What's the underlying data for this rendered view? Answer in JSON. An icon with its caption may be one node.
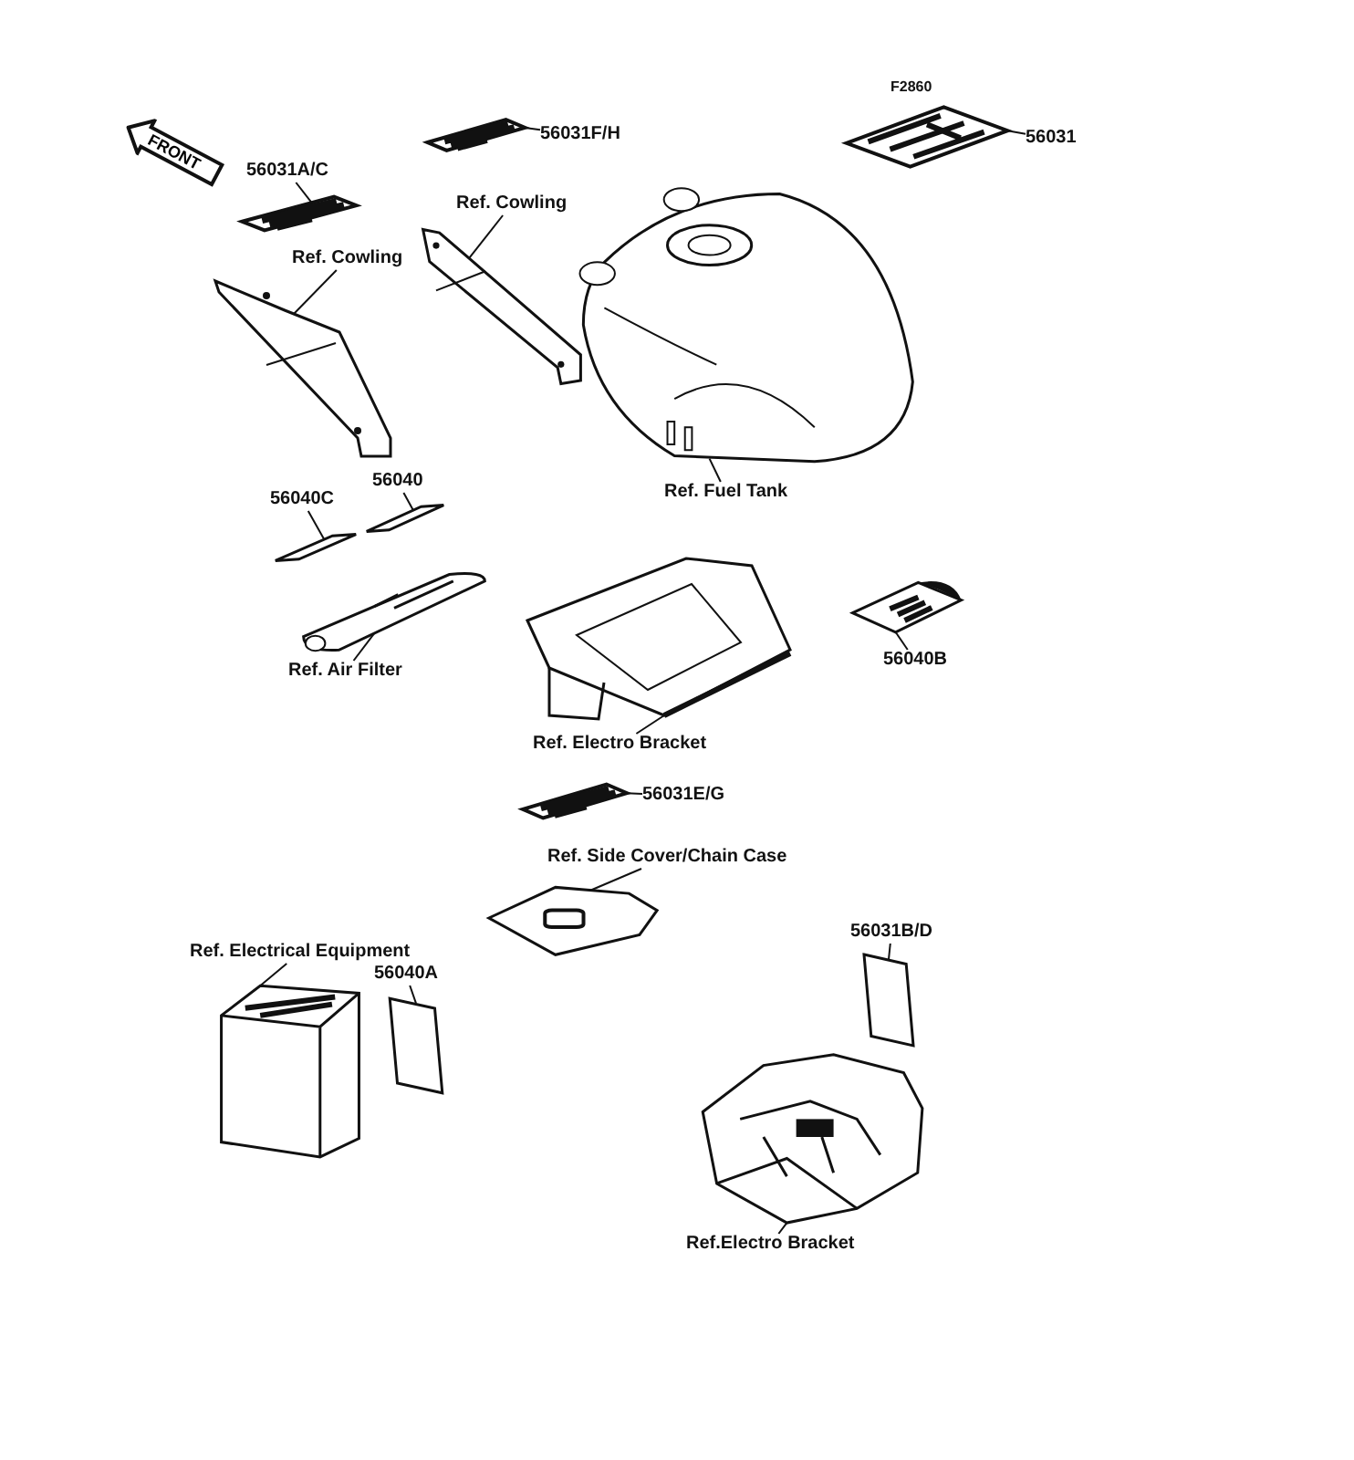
{
  "diagram": {
    "nodes": [
      {
        "text": [
          "56031F/H"
        ]
      },
      {
        "text": [],
        "shape": "picture"
      },
      {
        "text": [
          "56031"
        ]
      },
      {
        "text": [],
        "shape": "picture"
      },
      {
        "text": [
          "56031A/C"
        ]
      },
      {
        "text": [],
        "shape": "picture"
      },
      {
        "text": [
          "Ref. Cowling"
        ]
      },
      {
        "text": [],
        "shape": "picture"
      },
      {
        "text": [
          "Ref. Cowling"
        ]
      },
      {
        "text": [],
        "shape": "picture"
      },
      {
        "text": [
          "Ref. Fuel Tank"
        ]
      },
      {
        "text": [],
        "shape": "picture"
      },
      {
        "text": [
          "56040"
        ]
      },
      {
        "text": [],
        "shape": "picture"
      },
      {
        "text": [
          "56040C"
        ]
      },
      {
        "text": [],
        "shape": "picture"
      },
      {
        "text": [
          "Ref. Air Filter"
        ]
      },
      {
        "text": [],
        "shape": "picture"
      },
      {
        "text": [
          "56040B"
        ]
      },
      {
        "text": [],
        "shape": "picture"
      },
      {
        "text": [
          "Ref. Electro Bracket"
        ]
      },
      {
        "text": [],
        "shape": "picture"
      },
      {
        "text": [
          "56031E/G"
        ]
      },
      {
        "text": [],
        "shape": "picture"
      },
      {
        "text": [
          "Ref. Side Cover/Chain Case"
        ]
      },
      {
        "text": [],
        "shape": "picture"
      },
      {
        "text": [
          "56031B/D"
        ]
      },
      {
        "text": [],
        "shape": "picture"
      },
      {
        "text": [
          "Ref. Electrical Equipment"
        ]
      },
      {
        "text": [],
        "shape": "picture"
      },
      {
        "text": [
          "56040A"
        ]
      },
      {
        "text": [],
        "shape": "picture"
      },
      {
        "text": [
          "Ref.Electro Bracket"
        ]
      },
      {
        "text": [],
        "shape": "picture"
      }
    ],
    "edges": [
      {
        "from": 0,
        "to": 1,
        "arrow": "none"
      },
      {
        "from": 2,
        "to": 3,
        "arrow": "none"
      },
      {
        "from": 4,
        "to": 5,
        "arrow": "none"
      },
      {
        "from": 6,
        "to": 7,
        "arrow": "none"
      },
      {
        "from": 8,
        "to": 9,
        "arrow": "none"
      },
      {
        "from": 10,
        "to": 11,
        "arrow": "none"
      },
      {
        "from": 12,
        "to": 13,
        "arrow": "none"
      },
      {
        "from": 14,
        "to": 15,
        "arrow": "none"
      },
      {
        "from": 16,
        "to": 17,
        "arrow": "none"
      },
      {
        "from": 18,
        "to": 19,
        "arrow": "none"
      },
      {
        "from": 20,
        "to": 21,
        "arrow": "none"
      },
      {
        "from": 22,
        "to": 23,
        "arrow": "none"
      },
      {
        "from": 24,
        "to": 25,
        "arrow": "none"
      },
      {
        "from": 26,
        "to": 27,
        "arrow": "none"
      },
      {
        "from": 28,
        "to": 29,
        "arrow": "none"
      },
      {
        "from": 30,
        "to": 31,
        "arrow": "none"
      },
      {
        "from": 32,
        "to": 33,
        "arrow": "none"
      }
    ],
    "labels": [
      "F2860",
      "FRONT"
    ]
  }
}
